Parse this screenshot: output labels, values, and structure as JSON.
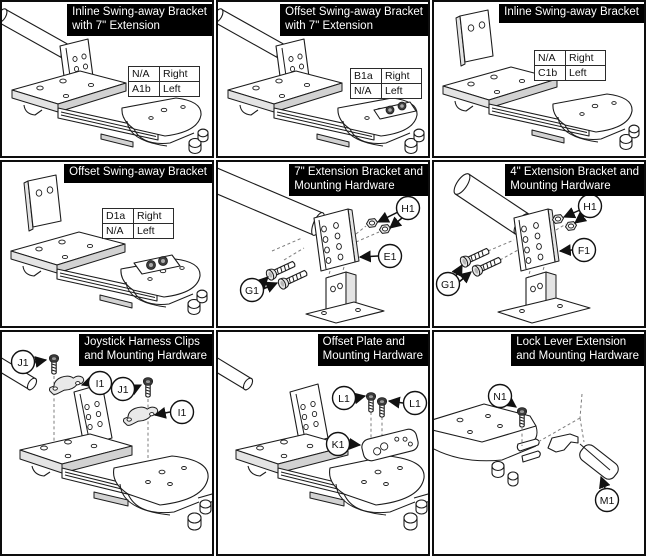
{
  "diagram": {
    "background": "#ffffff",
    "line_color": "#1c1c1c",
    "banner_bg": "#000000",
    "banner_fg": "#ffffff",
    "panels": [
      {
        "id": "inline-swing-away-7ext",
        "title_lines": [
          "Inline Swing-away Bracket",
          "with 7\" Extension"
        ],
        "table": {
          "rows": [
            {
              "code": "N/A",
              "side": "Right"
            },
            {
              "code": "A1b",
              "side": "Left"
            }
          ]
        },
        "callouts": []
      },
      {
        "id": "offset-swing-away-7ext",
        "title_lines": [
          "Offset Swing-away Bracket",
          "with 7\" Extension"
        ],
        "table": {
          "rows": [
            {
              "code": "B1a",
              "side": "Right"
            },
            {
              "code": "N/A",
              "side": "Left"
            }
          ]
        },
        "callouts": []
      },
      {
        "id": "inline-swing-away",
        "title_lines": [
          "Inline Swing-away Bracket"
        ],
        "table": {
          "rows": [
            {
              "code": "N/A",
              "side": "Right"
            },
            {
              "code": "C1b",
              "side": "Left"
            }
          ]
        },
        "callouts": []
      },
      {
        "id": "offset-swing-away",
        "title_lines": [
          "Offset Swing-away Bracket"
        ],
        "table": {
          "rows": [
            {
              "code": "D1a",
              "side": "Right"
            },
            {
              "code": "N/A",
              "side": "Left"
            }
          ]
        },
        "callouts": []
      },
      {
        "id": "7in-extension-bracket-hardware",
        "title_lines": [
          "7\" Extension Bracket and",
          "Mounting Hardware"
        ],
        "callouts": [
          "H1",
          "E1",
          "G1"
        ]
      },
      {
        "id": "4in-extension-bracket-hardware",
        "title_lines": [
          "4\" Extension Bracket and",
          "Mounting Hardware"
        ],
        "callouts": [
          "H1",
          "F1",
          "G1"
        ]
      },
      {
        "id": "joystick-harness-clips",
        "title_lines": [
          "Joystick Harness Clips",
          "and Mounting Hardware"
        ],
        "callouts": [
          "J1",
          "I1",
          "J1",
          "I1"
        ]
      },
      {
        "id": "offset-plate-hardware",
        "title_lines": [
          "Offset Plate and",
          "Mounting Hardware"
        ],
        "callouts": [
          "L1",
          "L1",
          "K1"
        ]
      },
      {
        "id": "lock-lever-extension-hardware",
        "title_lines": [
          "Lock Lever Extension",
          "and Mounting Hardware"
        ],
        "callouts": [
          "N1",
          "M1"
        ]
      }
    ]
  }
}
